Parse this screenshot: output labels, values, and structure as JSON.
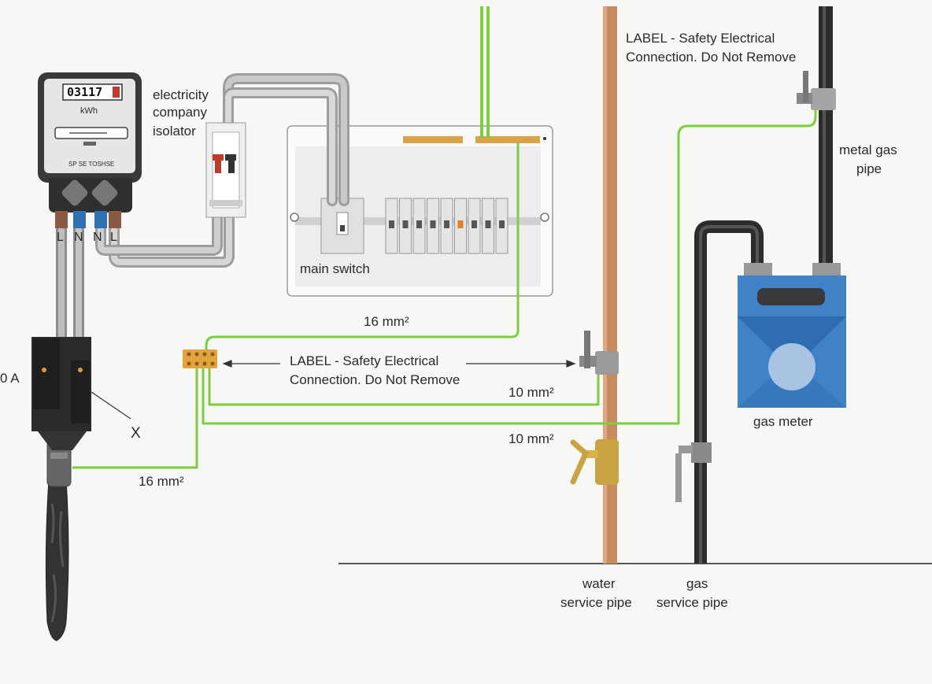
{
  "meter": {
    "reading": "03117",
    "unit": "kWh",
    "serial": "SP SE TOSHSE",
    "terminals": [
      "L",
      "N",
      "N",
      "L"
    ]
  },
  "labels": {
    "isolator": [
      "electricity",
      "company",
      "isolator"
    ],
    "main_switch": "main switch",
    "gas_pipe_label": [
      "LABEL - Safety Electrical",
      "Connection. Do Not Remove"
    ],
    "center_label": [
      "LABEL - Safety Electrical",
      "Connection. Do Not Remove"
    ],
    "metal_gas_pipe": [
      "metal gas",
      "pipe"
    ],
    "gas_meter": "gas meter",
    "water_service_pipe": [
      "water",
      "service pipe"
    ],
    "gas_service_pipe": [
      "gas",
      "service pipe"
    ],
    "fuse_rating": "0 A",
    "marker_x": "X",
    "cable_16_top": "16 mm²",
    "cable_10_water": "10 mm²",
    "cable_10_gas": "10 mm²",
    "cable_16_bottom": "16 mm²"
  },
  "colors": {
    "earth_wire": "#7ccf3c",
    "copper_pipe": "#c98a5e",
    "gas_meter": "#3f82c8",
    "terminal_block": "#e0a43a"
  }
}
